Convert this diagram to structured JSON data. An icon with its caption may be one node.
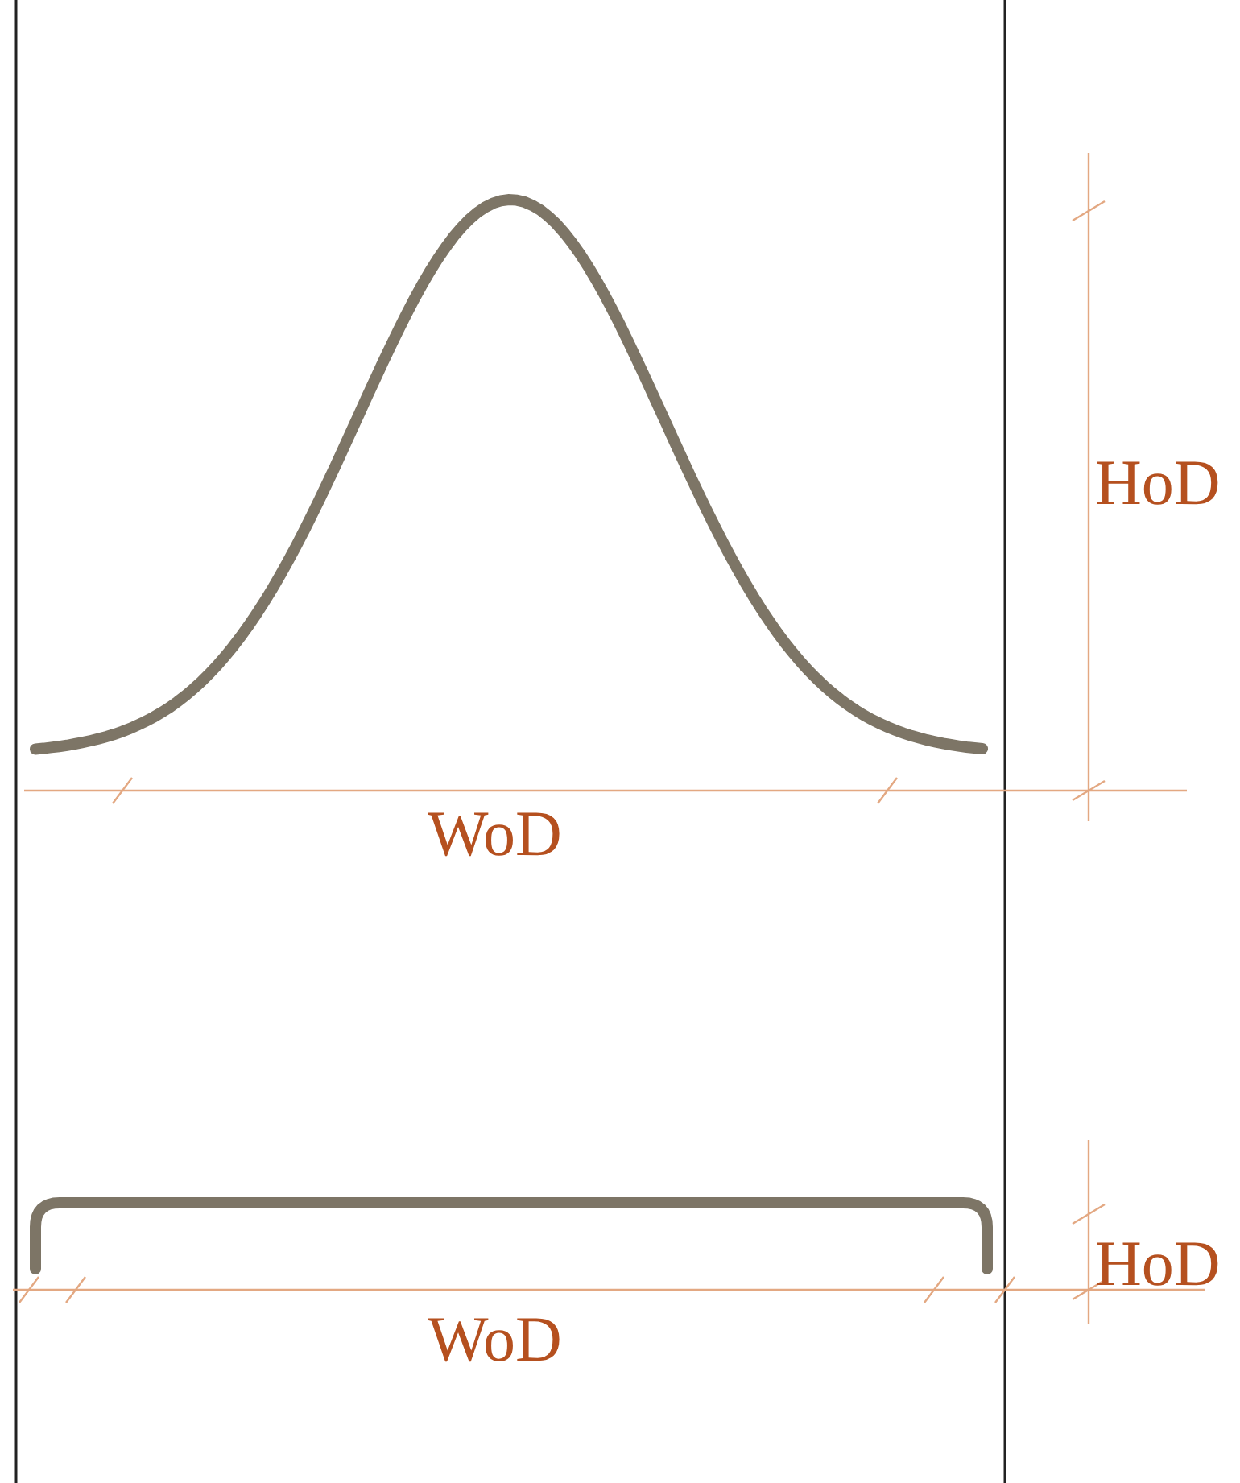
{
  "diagram": {
    "labels": [
      "HoD",
      "WoD",
      "HoD",
      "WoD"
    ]
  }
}
